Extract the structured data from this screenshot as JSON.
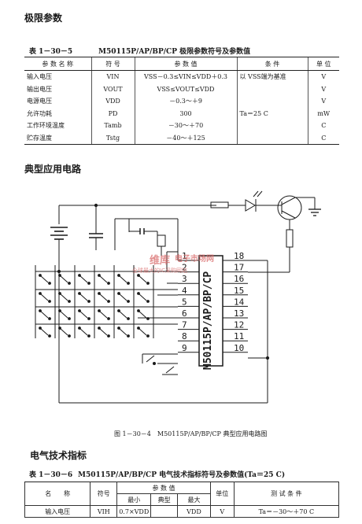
{
  "section1": "极限参数",
  "table5": {
    "number": "表 1－30－5",
    "title": "M50115P/AP/BP/CP 极限参数符号及参数值",
    "headers": [
      "参 数 名 称",
      "符 号",
      "参 数 值",
      "条 件",
      "单 位"
    ],
    "rows": [
      {
        "name": "输入电压",
        "symbol": "VIN",
        "value": "VSS－0.3≤VIN≤VDD＋0.3",
        "cond": "以 VSS端为基准",
        "unit": "V"
      },
      {
        "name": "输出电压",
        "symbol": "VOUT",
        "value": "VSS≤VOUT≤VDD",
        "cond": "",
        "unit": "V"
      },
      {
        "name": "电源电压",
        "symbol": "VDD",
        "value": "－0.3～＋9",
        "cond": "",
        "unit": "V"
      },
      {
        "name": "允许功耗",
        "symbol": "PD",
        "value": "300",
        "cond": "Ta＝25 C",
        "unit": "mW"
      },
      {
        "name": "工作环境温度",
        "symbol": "Tamb",
        "value": "－30～＋70",
        "cond": "",
        "unit": "C"
      },
      {
        "name": "贮存温度",
        "symbol": "Tstg",
        "value": "－40～＋125",
        "cond": "",
        "unit": "C"
      }
    ]
  },
  "section2": "典型应用电路",
  "diagram": {
    "chip_label": "M50115P/AP/BP/CP",
    "left_pins": [
      "1",
      "2",
      "3",
      "4",
      "5",
      "6",
      "7",
      "8",
      "9"
    ],
    "right_pins": [
      "18",
      "17",
      "16",
      "15",
      "14",
      "13",
      "12",
      "11",
      "10"
    ],
    "watermark_brand": "维库",
    "watermark_line1": "电子市场网",
    "watermark_line2": "全球最大的IC采购网站"
  },
  "figure_caption": "图 1－30－4　M50115P/AP/BP/CP 典型应用电路图",
  "section3": "电气技术指标",
  "table6": {
    "number": "表 1－30－6",
    "title": "M50115P/AP/BP/CP 电气技术指标符号及参数值(Ta＝25 C)",
    "h_name": "名　　称",
    "h_symbol": "符号",
    "h_values": "参 数 值",
    "h_min": "最小",
    "h_typ": "典型",
    "h_max": "最大",
    "h_unit": "单位",
    "h_cond": "测 试 条 件",
    "row": {
      "name": "输入电压",
      "symbol": "VIH",
      "min": "0.7×VDD",
      "typ": "",
      "max": "VDD",
      "unit": "V",
      "cond": "Ta＝－30～＋70 C"
    }
  }
}
